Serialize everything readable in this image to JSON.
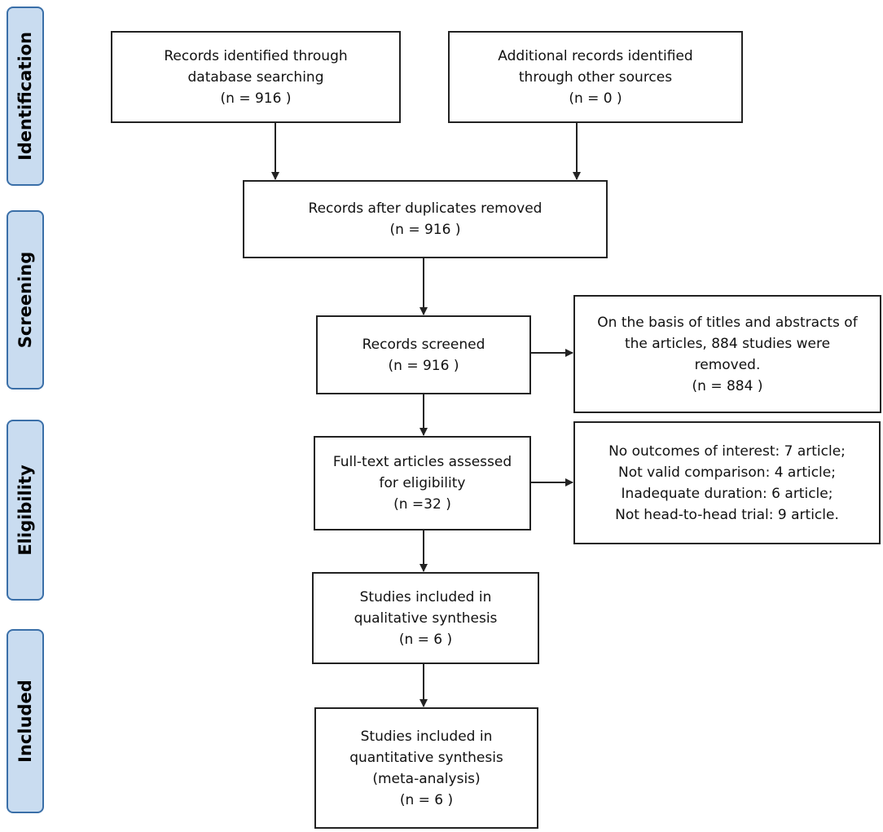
{
  "stages": {
    "identification": "Identification",
    "screening": "Screening",
    "eligibility": "Eligibility",
    "included": "Included"
  },
  "boxes": {
    "db_search": {
      "line1": "Records identified through",
      "line2": "database searching",
      "count": "(n = 916 )"
    },
    "other_sources": {
      "line1": "Additional records identified",
      "line2": "through other sources",
      "count": "(n = 0 )"
    },
    "duplicates_removed": {
      "line1": "Records after duplicates removed",
      "count": "(n = 916 )"
    },
    "screened": {
      "line1": "Records screened",
      "count": "(n = 916 )"
    },
    "excluded_screen": {
      "line1": "On the basis of titles and abstracts of",
      "line2": "the articles, 884 studies were",
      "line3": "removed.",
      "count": "(n = 884 )"
    },
    "fulltext": {
      "line1": "Full-text articles assessed",
      "line2": "for eligibility",
      "count": "(n =32 )"
    },
    "excluded_fulltext": {
      "line1": "No outcomes of interest: 7 article;",
      "line2": "Not valid comparison: 4 article;",
      "line3": "Inadequate duration: 6 article;",
      "line4": "Not head-to-head trial: 9 article."
    },
    "qualitative": {
      "line1": "Studies included in",
      "line2": "qualitative synthesis",
      "count": "(n = 6 )"
    },
    "quantitative": {
      "line1": "Studies included in",
      "line2": "quantitative synthesis",
      "line3": "(meta-analysis)",
      "count": "(n = 6 )"
    }
  },
  "colors": {
    "stage_fill": "#c9dcf0",
    "stage_border": "#3a6fa8",
    "line": "#222222"
  }
}
